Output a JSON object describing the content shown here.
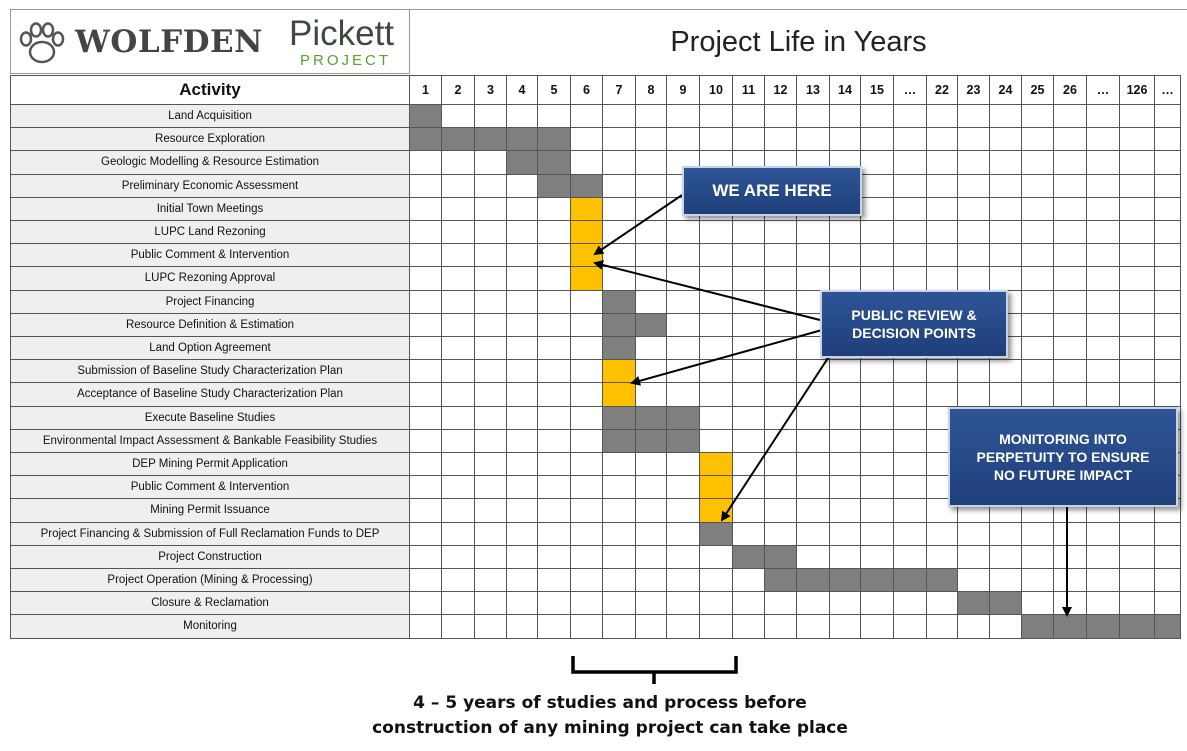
{
  "logo": {
    "brand": "WOLFDEN",
    "pickett": "Pickett",
    "project": "PROJECT"
  },
  "title": "Project Life in Years",
  "activity_header": "Activity",
  "years": [
    "1",
    "2",
    "3",
    "4",
    "5",
    "6",
    "7",
    "8",
    "9",
    "10",
    "11",
    "12",
    "13",
    "14",
    "15",
    "…",
    "22",
    "23",
    "24",
    "25",
    "26",
    "…",
    "126",
    "…"
  ],
  "activities": [
    {
      "name": "Land Acquisition",
      "bars": [
        0
      ],
      "type": "gray"
    },
    {
      "name": "Resource Exploration",
      "bars": [
        0,
        1,
        2,
        3,
        4
      ],
      "type": "gray"
    },
    {
      "name": "Geologic Modelling & Resource Estimation",
      "bars": [
        3,
        4
      ],
      "type": "gray"
    },
    {
      "name": "Preliminary Economic Assessment",
      "bars": [
        4,
        5
      ],
      "type": "gray"
    },
    {
      "name": "Initial Town Meetings",
      "bars": [
        5
      ],
      "type": "gold"
    },
    {
      "name": "LUPC Land Rezoning",
      "bars": [
        5
      ],
      "type": "gold"
    },
    {
      "name": "Public Comment & Intervention",
      "bars": [
        5
      ],
      "type": "gold"
    },
    {
      "name": "LUPC Rezoning Approval",
      "bars": [
        5
      ],
      "type": "gold"
    },
    {
      "name": "Project Financing",
      "bars": [
        6
      ],
      "type": "gray"
    },
    {
      "name": "Resource Definition & Estimation",
      "bars": [
        6,
        7
      ],
      "type": "gray"
    },
    {
      "name": "Land Option Agreement",
      "bars": [
        6
      ],
      "type": "gray"
    },
    {
      "name": "Submission of Baseline Study Characterization Plan",
      "bars": [
        6
      ],
      "type": "gold"
    },
    {
      "name": "Acceptance of Baseline Study Characterization Plan",
      "bars": [
        6
      ],
      "type": "gold"
    },
    {
      "name": "Execute Baseline Studies",
      "bars": [
        6,
        7,
        8
      ],
      "type": "gray"
    },
    {
      "name": "Environmental Impact Assessment & Bankable Feasibility Studies",
      "bars": [
        6,
        7,
        8
      ],
      "type": "gray"
    },
    {
      "name": "DEP Mining Permit Application",
      "bars": [
        9
      ],
      "type": "gold"
    },
    {
      "name": "Public Comment & Intervention",
      "bars": [
        9
      ],
      "type": "gold"
    },
    {
      "name": "Mining Permit Issuance",
      "bars": [
        9
      ],
      "type": "gold"
    },
    {
      "name": "Project Financing & Submission of Full Reclamation Funds to DEP",
      "bars": [
        9
      ],
      "type": "gray"
    },
    {
      "name": "Project Construction",
      "bars": [
        10,
        11
      ],
      "type": "gray"
    },
    {
      "name": "Project Operation (Mining & Processing)",
      "bars": [
        11,
        12,
        13,
        14,
        15,
        16
      ],
      "type": "gray"
    },
    {
      "name": "Closure & Reclamation",
      "bars": [
        17,
        18
      ],
      "type": "gray"
    },
    {
      "name": "Monitoring",
      "bars": [
        19,
        20,
        21,
        22,
        23
      ],
      "type": "gray"
    }
  ],
  "callouts": {
    "here": "WE ARE HERE",
    "review_line1": "PUBLIC REVIEW &",
    "review_line2": "DECISION POINTS",
    "monitor_line1": "MONITORING INTO",
    "monitor_line2": "PERPETUITY TO ENSURE",
    "monitor_line3": "NO FUTURE IMPACT"
  },
  "footer_line1": "4 – 5 years of studies and process before",
  "footer_line2": "construction of any mining project can take place",
  "colors": {
    "gray": "#7f7f7f",
    "gold": "#ffc000",
    "callout": "#2f5597"
  }
}
